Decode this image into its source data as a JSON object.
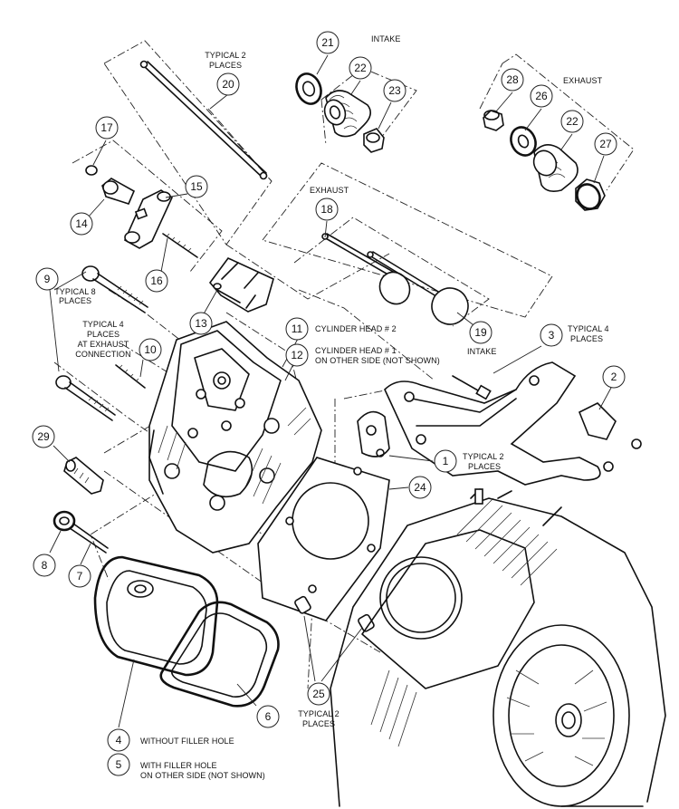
{
  "callouts": [
    "1",
    "2",
    "3",
    "4",
    "5",
    "6",
    "7",
    "8",
    "9",
    "10",
    "11",
    "12",
    "13",
    "14",
    "15",
    "16",
    "17",
    "18",
    "19",
    "20",
    "21",
    "22",
    "22",
    "23",
    "24",
    "25",
    "26",
    "27",
    "28",
    "29"
  ],
  "labels": {
    "typical_2_places_20_a": "TYPICAL 2",
    "typical_2_places_20_b": "PLACES",
    "intake_top": "INTAKE",
    "exhaust_top": "EXHAUST",
    "exhaust_18": "EXHAUST",
    "intake_19": "INTAKE",
    "typical_8_a": "TYPICAL 8",
    "typical_8_b": "PLACES",
    "typical_4_a": "TYPICAL 4",
    "typical_4_b": "PLACES",
    "typical_4_c": "AT EXHAUST",
    "typical_4_d": "CONNECTION",
    "cyl_head_2": "CYLINDER HEAD # 2",
    "cyl_head_1_a": "CYLINDER HEAD # 1",
    "cyl_head_1_b": "ON OTHER SIDE (NOT SHOWN)",
    "typical_4_r_a": "TYPICAL 4",
    "typical_4_r_b": "PLACES",
    "typical_2_r_a": "TYPICAL 2",
    "typical_2_r_b": "PLACES",
    "typical_2_b_a": "TYPICAL 2",
    "typical_2_b_b": "PLACES",
    "without_filler": "WITHOUT FILLER HOLE",
    "with_filler_a": "WITH FILLER HOLE",
    "with_filler_b": "ON OTHER SIDE (NOT SHOWN)"
  }
}
